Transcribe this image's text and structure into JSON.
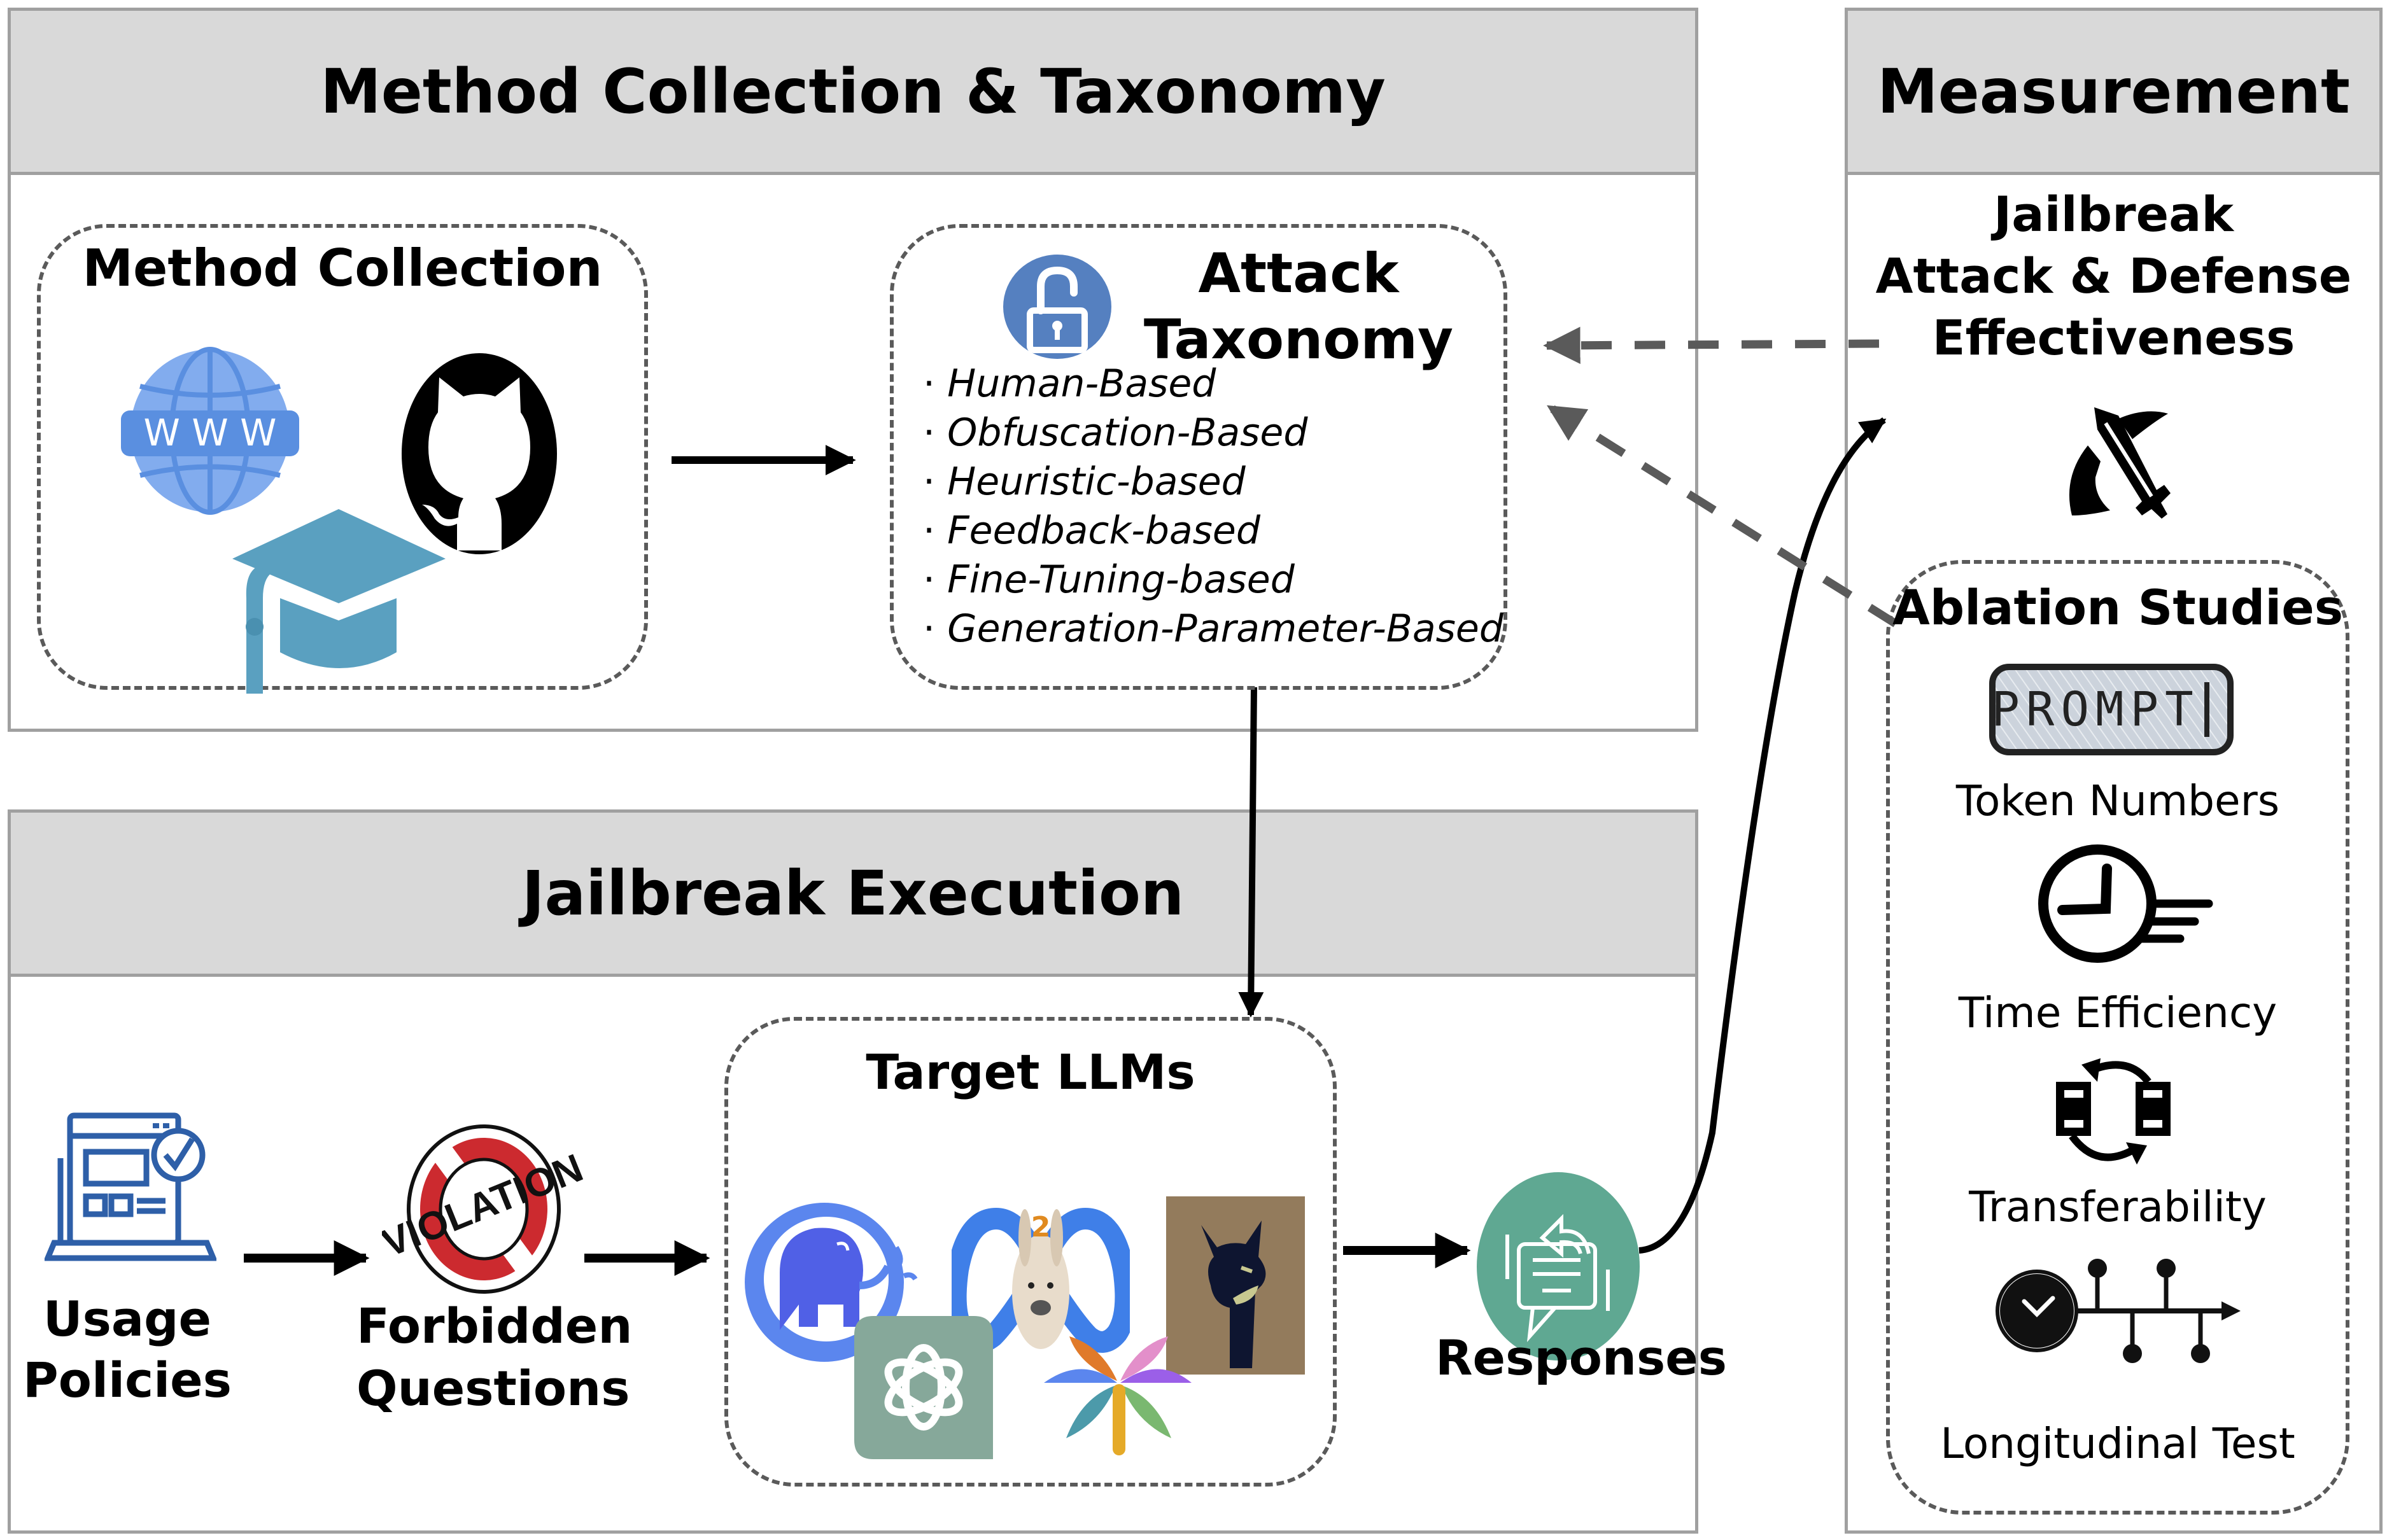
{
  "panels": {
    "method_collection_taxonomy": {
      "title": "Method Collection & Taxonomy"
    },
    "jailbreak_execution": {
      "title": "Jailbreak Execution"
    },
    "measurement": {
      "title": "Measurement"
    }
  },
  "method_collection": {
    "title": "Method Collection",
    "icons": [
      "www-globe-icon",
      "github-icon",
      "graduation-cap-icon"
    ],
    "www_text": "W W W"
  },
  "attack_taxonomy": {
    "title_line1": "Attack",
    "title_line2": "Taxonomy",
    "icon": "unlocked-padlock-icon",
    "categories": [
      "Human-Based",
      "Obfuscation-Based",
      "Heuristic-based",
      "Feedback-based",
      "Fine-Tuning-based",
      "Generation-Parameter-Based"
    ]
  },
  "execution": {
    "usage_policies": {
      "line1": "Usage",
      "line2": "Policies",
      "icon": "policy-laptop-icon"
    },
    "forbidden_questions": {
      "line1": "Forbidden",
      "line2": "Questions",
      "icon": "violation-stamp-icon",
      "stamp_text": "VIOLATION"
    },
    "target_llms": {
      "title": "Target LLMs",
      "models": [
        "vicuna-elephant-logo",
        "llama2-meta-logo",
        "alpaca-logo",
        "chatgpt-logo",
        "palm-logo"
      ],
      "llama_badge": "2"
    },
    "responses": {
      "label": "Responses",
      "icon": "chat-reply-icon"
    }
  },
  "measurement": {
    "effectiveness": {
      "line1": "Jailbreak",
      "line2": "Attack & Defense",
      "line3": "Effectiveness",
      "icon": "sword-shield-icon"
    },
    "ablation": {
      "title": "Ablation Studies",
      "prompt_text": "PROMPT",
      "items": [
        {
          "label": "Token Numbers",
          "icon": "prompt-token-icon"
        },
        {
          "label": "Time Efficiency",
          "icon": "fast-clock-icon"
        },
        {
          "label": "Transferability",
          "icon": "transfer-cycle-icon"
        },
        {
          "label": "Longitudinal Test",
          "icon": "timeline-clock-icon"
        }
      ]
    }
  },
  "colors": {
    "header_bg": "#d9d9d9",
    "panel_border": "#a0a0a0",
    "dashed_border": "#5a5a5a",
    "globe_blue": "#6f9ee8",
    "cap_blue": "#57a0c0",
    "lock_blue": "#5580c0",
    "response_green": "#5fa892",
    "chatgpt_green": "#86a89a",
    "violation_red": "#cc2a2f",
    "policy_blue": "#2e5fa8"
  }
}
